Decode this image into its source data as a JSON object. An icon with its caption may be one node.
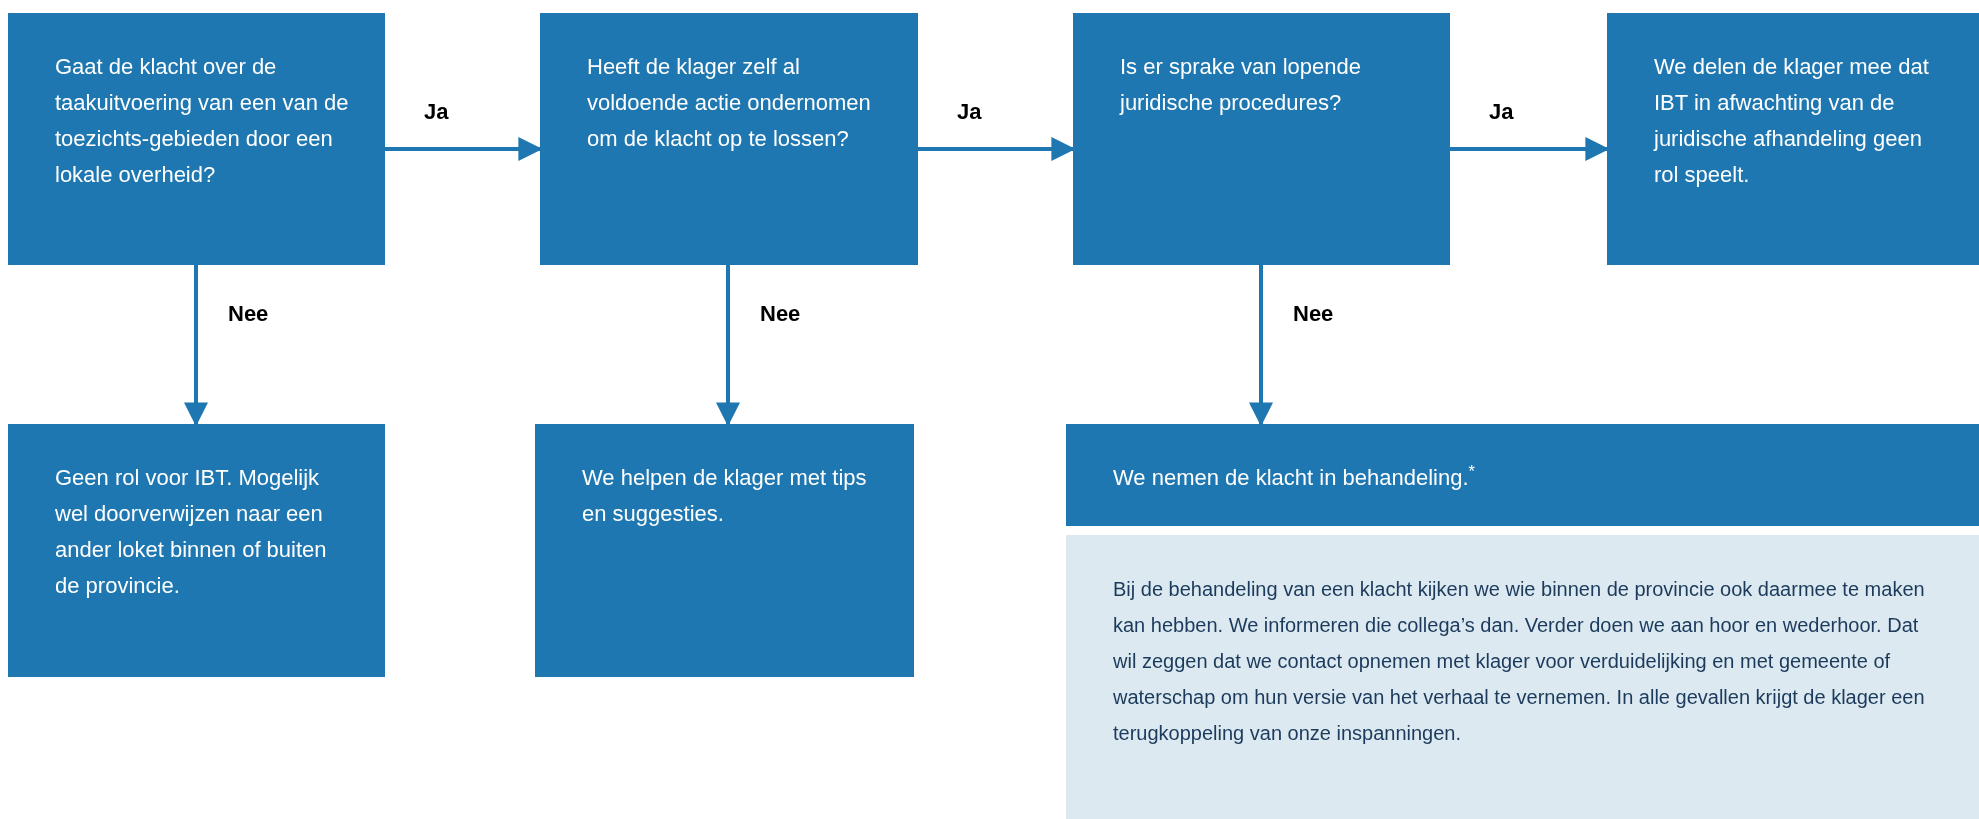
{
  "diagram": {
    "nodes": [
      {
        "text": [
          "Gaat de klacht over de taakuitvoering van een van de toezichts-gebieden door een lokale overheid?"
        ]
      },
      {
        "text": [
          "Heeft de klager zelf al voldoende actie ondernomen om de klacht op te lossen?"
        ]
      },
      {
        "text": [
          "Is er sprake van lopende juridische procedures?"
        ]
      },
      {
        "text": [
          "We delen de klager mee dat IBT in afwachting van de juridische afhandeling geen rol speelt."
        ]
      },
      {
        "text": [
          "Geen rol voor IBT. Mogelijk wel doorverwijzen naar een ander loket binnen of buiten de provincie."
        ]
      },
      {
        "text": [
          "We helpen de klager met tips en suggesties."
        ]
      },
      {
        "text": [
          "We nemen de klacht in behandeling.$^{*}$"
        ]
      },
      {
        "text": [
          "Bij de behandeling van een klacht kijken we wie binnen de provincie ook daarmee te maken kan hebben. We informeren die collega’s dan. Verder doen we aan hoor en wederhoor. Dat wil zeggen dat we contact opnemen met klager voor verduidelijking en met gemeente of waterschap om hun versie van het verhaal te vernemen. In alle gevallen krijgt de klager een terugkoppeling van onze inspanningen."
        ]
      }
    ],
    "edges": [
      {
        "from": 0,
        "to": 1,
        "arrow": "to",
        "label": "Ja"
      },
      {
        "from": 1,
        "to": 2,
        "arrow": "to",
        "label": "Ja"
      },
      {
        "from": 2,
        "to": 3,
        "arrow": "to",
        "label": "Ja"
      },
      {
        "from": 0,
        "to": 4,
        "arrow": "to",
        "label": "Nee"
      },
      {
        "from": 1,
        "to": 5,
        "arrow": "to",
        "label": "Nee"
      },
      {
        "from": 2,
        "to": 6,
        "arrow": "to",
        "label": "Nee"
      }
    ]
  }
}
